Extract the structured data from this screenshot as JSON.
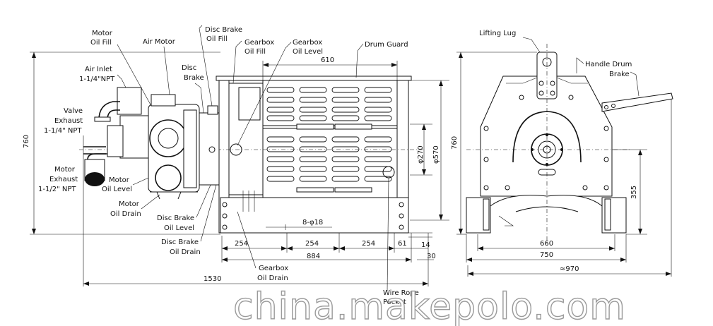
{
  "labels": {
    "motor_oil_fill": [
      "Motor",
      "Oil Fill"
    ],
    "air_motor": "Air Motor",
    "disc_brake_oil_fill": [
      "Disc Brake",
      "Oil Fill"
    ],
    "gearbox_oil_fill": [
      "Gearbox",
      "Oil Fill"
    ],
    "gearbox_oil_level": [
      "Gearbox",
      "Oil Level"
    ],
    "drum_guard": "Drum Guard",
    "disc_brake": [
      "Disc",
      "Brake"
    ],
    "air_inlet": [
      "Air Inlet",
      "1-1/4\"NPT"
    ],
    "valve_exhaust": [
      "Valve",
      "Exhaust",
      "1-1/4\" NPT"
    ],
    "motor_exhaust": [
      "Motor",
      "Exhaust",
      "1-1/2\" NPT"
    ],
    "motor_oil_level": [
      "Motor",
      "Oil Level"
    ],
    "motor_oil_drain": [
      "Motor",
      "Oil Drain"
    ],
    "disc_brake_oil_level": [
      "Disc Brake",
      "Oil Level"
    ],
    "disc_brake_oil_drain": [
      "Disc Brake",
      "Oil Drain"
    ],
    "gearbox_oil_drain": [
      "Gearbox",
      "Oil Drain"
    ],
    "wire_rope_pocket": [
      "Wire Rope",
      "Pocket"
    ],
    "lifting_lug": "Lifting Lug",
    "handle_drum_brake": [
      "Handle Drum",
      "Brake"
    ]
  },
  "dimensions": {
    "height_total": "760",
    "drum_length": "610",
    "drum_dia_inner": "φ270",
    "drum_dia_outer": "φ570",
    "bolt_holes": "8-φ18",
    "bolt_spacing": [
      "254",
      "254",
      "254"
    ],
    "base_offset": "61",
    "base_length": "884",
    "height_step": "14",
    "base_end": "30",
    "overall_length": "1530",
    "end_height": "760",
    "axis_height": "355",
    "base_inner_width": "660",
    "base_width": "750",
    "overall_width": "≈970"
  },
  "watermark": "china.makepolo.com"
}
